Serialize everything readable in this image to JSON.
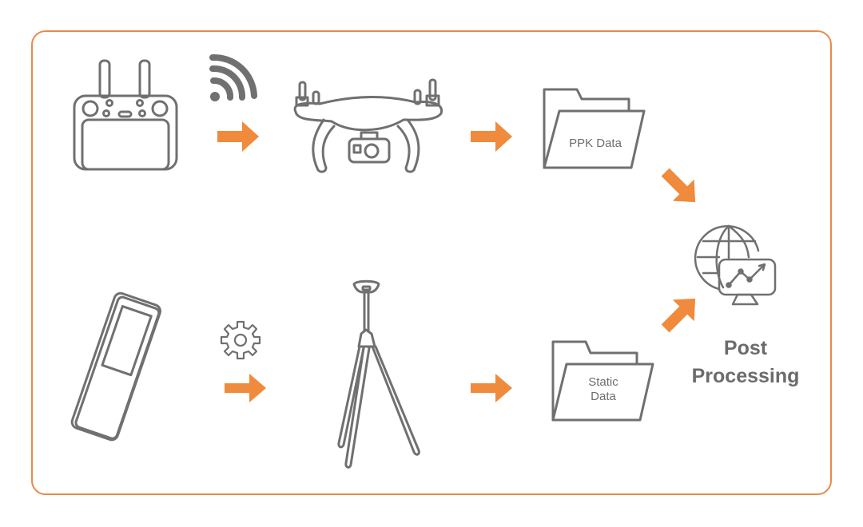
{
  "diagram": {
    "title": "",
    "colors": {
      "border": "#e88a4a",
      "arrow": "#f08a3c",
      "icon_stroke": "#707070",
      "text": "#6d6d6d"
    },
    "top_row": {
      "nodes": [
        {
          "id": "remote-controller",
          "icon": "remote-controller-icon",
          "label": ""
        },
        {
          "id": "drone",
          "icon": "drone-icon",
          "label": ""
        },
        {
          "id": "ppk-data",
          "icon": "folder-icon",
          "label": "PPK Data"
        }
      ],
      "connector_icon": "wifi-icon"
    },
    "bottom_row": {
      "nodes": [
        {
          "id": "handheld-controller",
          "icon": "handheld-controller-icon",
          "label": ""
        },
        {
          "id": "base-station",
          "icon": "gnss-tripod-icon",
          "label": ""
        },
        {
          "id": "static-data",
          "icon": "folder-icon",
          "label_line1": "Static",
          "label_line2": "Data"
        }
      ],
      "connector_icon": "gear-icon"
    },
    "output": {
      "icon": "globe-monitor-chart-icon",
      "label_line1": "Post",
      "label_line2": "Processing"
    },
    "edges": [
      {
        "from": "remote-controller",
        "to": "drone"
      },
      {
        "from": "drone",
        "to": "ppk-data"
      },
      {
        "from": "ppk-data",
        "to": "post-processing"
      },
      {
        "from": "handheld-controller",
        "to": "base-station"
      },
      {
        "from": "base-station",
        "to": "static-data"
      },
      {
        "from": "static-data",
        "to": "post-processing"
      }
    ]
  }
}
